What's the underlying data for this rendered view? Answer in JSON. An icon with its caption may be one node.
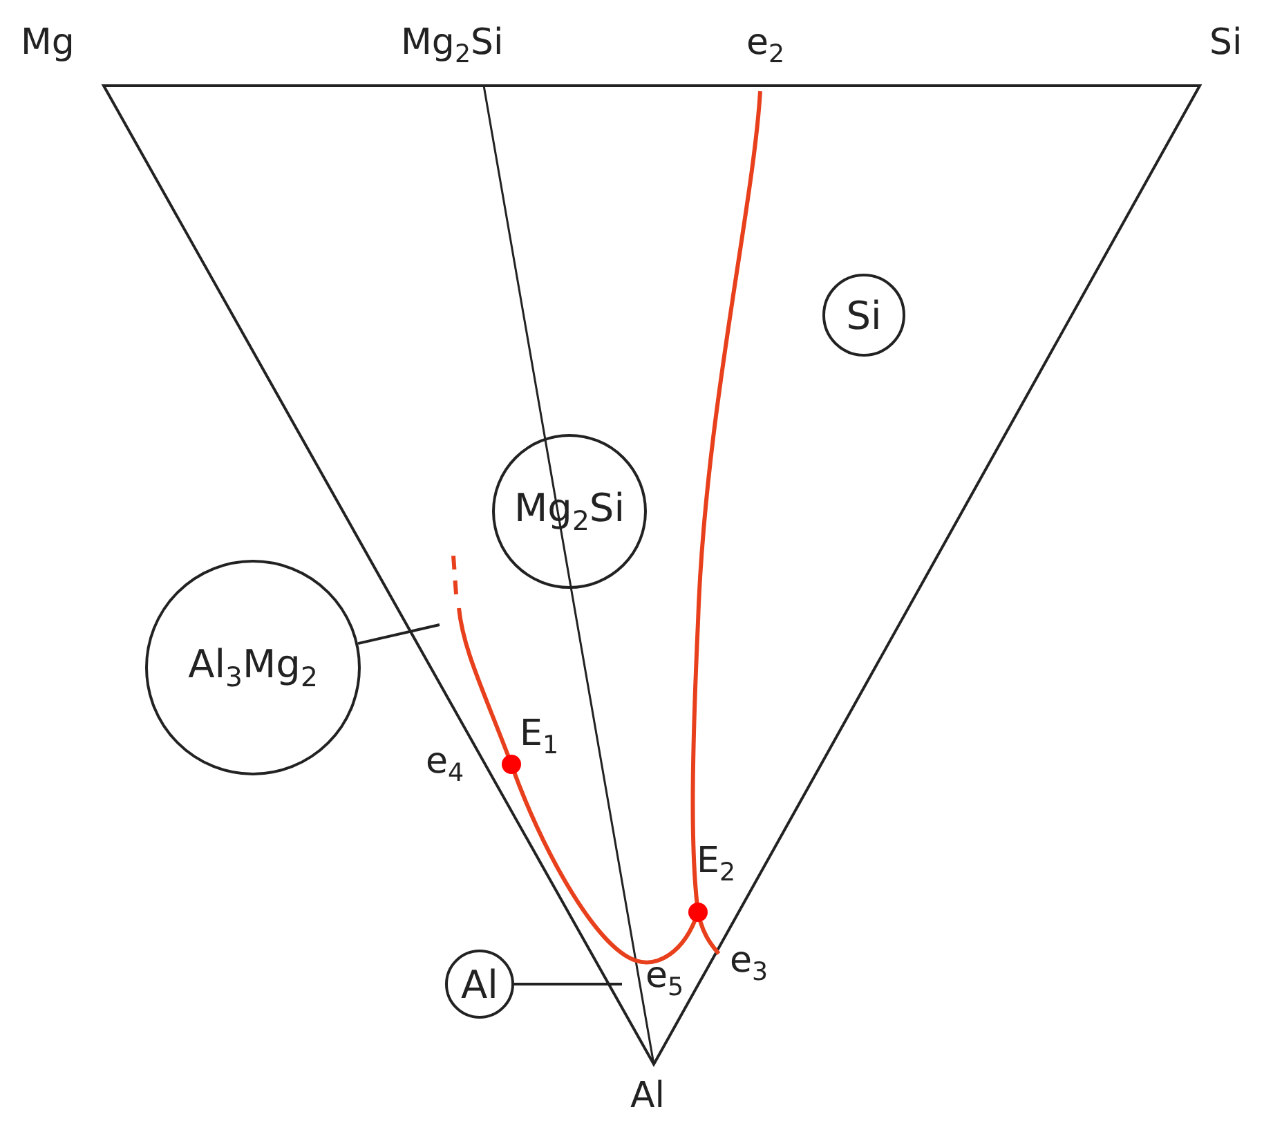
{
  "diagram": {
    "nodes": [
      {
        "text": [
          "Si"
        ]
      },
      {
        "text": [
          "Mg$_{2}$Si"
        ]
      },
      {
        "text": [
          "Al$_{3}$Mg$_{2}$"
        ]
      },
      {
        "text": [
          "Al"
        ]
      }
    ],
    "edges": [
      {
        "from": 2,
        "to": null,
        "arrow": "none"
      },
      {
        "from": 3,
        "to": null,
        "arrow": "none"
      }
    ],
    "labels": [
      "Mg",
      "Mg$_{2}$Si",
      "e$_{2}$",
      "Si",
      "e$_{4}$",
      "E$_{1}$",
      "E$_{2}$",
      "e$_{5}$",
      "e$_{3}$",
      "Al"
    ]
  }
}
